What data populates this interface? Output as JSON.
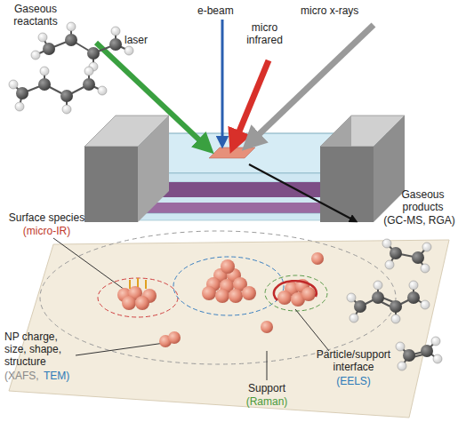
{
  "diagram": {
    "labels": [
      "Gaseous reactants",
      "laser",
      "e-beam",
      "micro infrared",
      "micro x-rays",
      "Gaseous products",
      "(GC-MS, RGA)",
      "Surface species",
      "(micro-IR)",
      "NP charge, size, shape, structure",
      "(XAFS,",
      "TEM)",
      "Support",
      "(Raman)",
      "Particle/support interface",
      "(EELS)"
    ]
  }
}
